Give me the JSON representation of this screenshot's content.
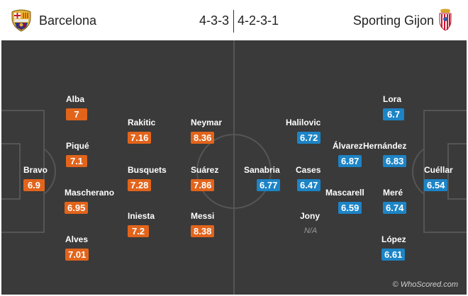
{
  "header": {
    "home_team": "Barcelona",
    "away_team": "Sporting Gijon",
    "home_formation": "4-3-3",
    "away_formation": "4-2-3-1"
  },
  "colors": {
    "home_rating": "#e2641b",
    "away_rating": "#1d84c6",
    "pitch": "#3a3a3a"
  },
  "home_players": [
    {
      "name": "Alba",
      "rating": "7"
    },
    {
      "name": "Piqué",
      "rating": "7.1"
    },
    {
      "name": "Bravo",
      "rating": "6.9"
    },
    {
      "name": "Mascherano",
      "rating": "6.95"
    },
    {
      "name": "Alves",
      "rating": "7.01"
    },
    {
      "name": "Rakitic",
      "rating": "7.16"
    },
    {
      "name": "Busquets",
      "rating": "7.28"
    },
    {
      "name": "Iniesta",
      "rating": "7.2"
    },
    {
      "name": "Neymar",
      "rating": "8.36"
    },
    {
      "name": "Suárez",
      "rating": "7.86"
    },
    {
      "name": "Messi",
      "rating": "8.38"
    }
  ],
  "away_players": [
    {
      "name": "Lora",
      "rating": "6.7"
    },
    {
      "name": "Hernández",
      "rating": "6.83"
    },
    {
      "name": "Cuéllar",
      "rating": "6.54"
    },
    {
      "name": "Meré",
      "rating": "6.74"
    },
    {
      "name": "López",
      "rating": "6.61"
    },
    {
      "name": "Álvarez",
      "rating": "6.87"
    },
    {
      "name": "Mascarell",
      "rating": "6.59"
    },
    {
      "name": "Halilovic",
      "rating": "6.72"
    },
    {
      "name": "Cases",
      "rating": "6.47"
    },
    {
      "name": "Jony",
      "rating": "N/A"
    },
    {
      "name": "Sanabria",
      "rating": "6.77"
    }
  ],
  "watermark": "© WhoScored.com"
}
